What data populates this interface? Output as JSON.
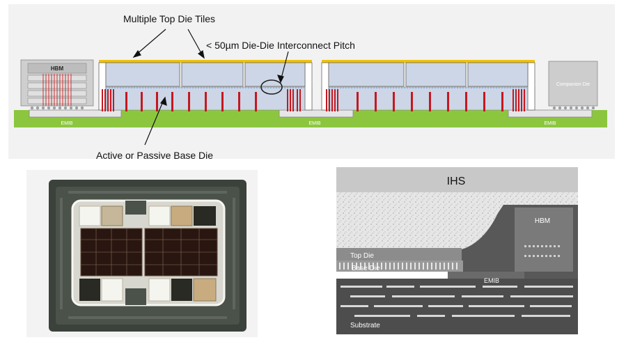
{
  "diagram": {
    "callouts": {
      "top_die_tiles": "Multiple Top Die Tiles",
      "pitch": "< 50µm Die-Die Interconnect Pitch",
      "base_die": "Active or Passive Base Die"
    },
    "labels": {
      "hbm": "HBM",
      "companion_die": "Companion Die",
      "emib": "EMIB"
    },
    "colors": {
      "substrate_green": "#8cc63f",
      "tile_fill": "#ccd6e6",
      "top_layer_gold": "#f2c200",
      "via_red": "#c41820",
      "background_panel": "#f2f2f2"
    }
  },
  "cross_section": {
    "labels": {
      "ihs": "IHS",
      "hbm": "HBM",
      "top_die": "Top Die",
      "base_die": "Base Die",
      "emib": "EMIB",
      "substrate": "Substrate"
    }
  }
}
